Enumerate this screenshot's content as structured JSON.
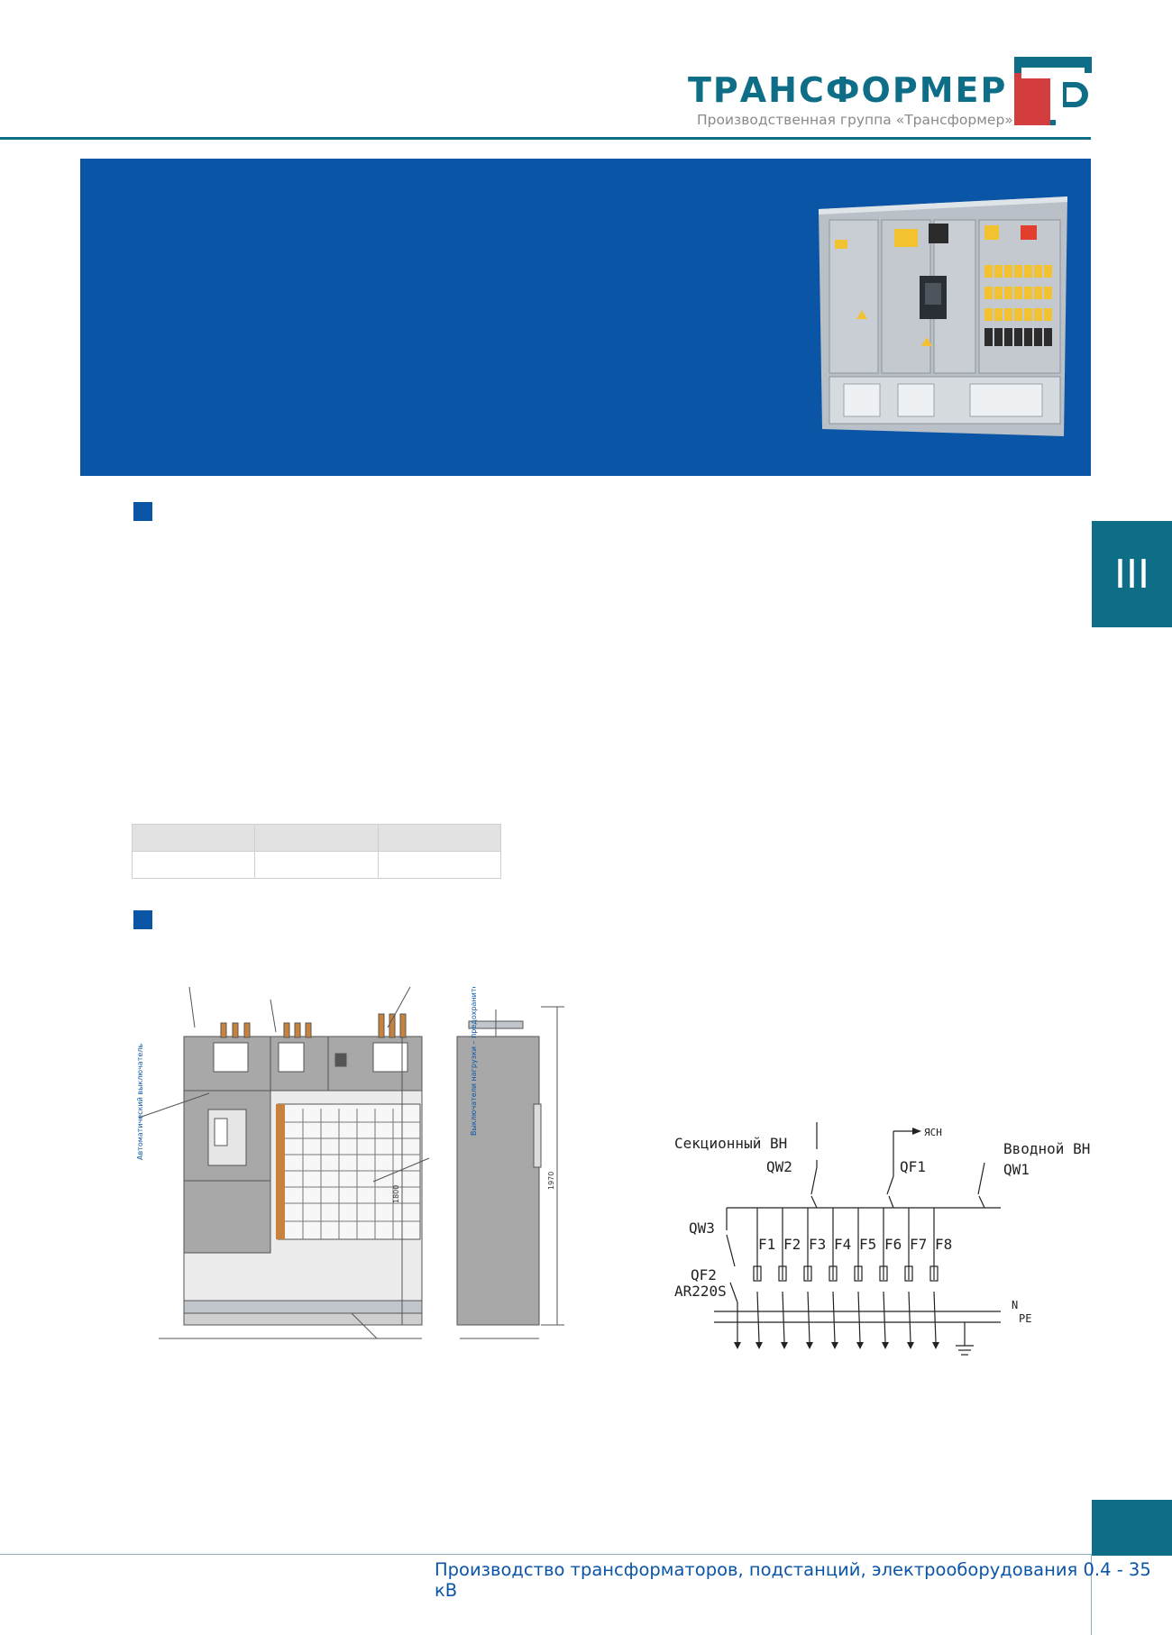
{
  "header": {
    "brand_name": "ТРАНСФОРМЕР",
    "brand_subtitle": "Производственная группа «Трансформер»",
    "logo_icon": "tg-monogram-icon",
    "colors": {
      "teal": "#0f6e87",
      "blue": "#0b55a6",
      "red": "#d43d3d"
    }
  },
  "section_tab": {
    "label": "III"
  },
  "drawing": {
    "side_label_left": "Автоматический выключатель",
    "side_label_right": "Выключатели нагрузки – предохранители",
    "dim_height_front": "1800",
    "dim_height_side": "1970"
  },
  "schematic": {
    "sectional": "Секционный ВН",
    "qw2": "QW2",
    "ash": "ЯСН",
    "qf1": "QF1",
    "input": "Вводной ВН",
    "qw1": "QW1",
    "qw3": "QW3",
    "qf2": "QF2",
    "ar": "AR220S",
    "n": "N",
    "pe": "PE",
    "feeders": [
      "F1",
      "F2",
      "F3",
      "F4",
      "F5",
      "F6",
      "F7",
      "F8"
    ]
  },
  "footer": {
    "text": "Производство трансформаторов, подстанций, электрооборудования 0.4 - 35 кВ"
  }
}
